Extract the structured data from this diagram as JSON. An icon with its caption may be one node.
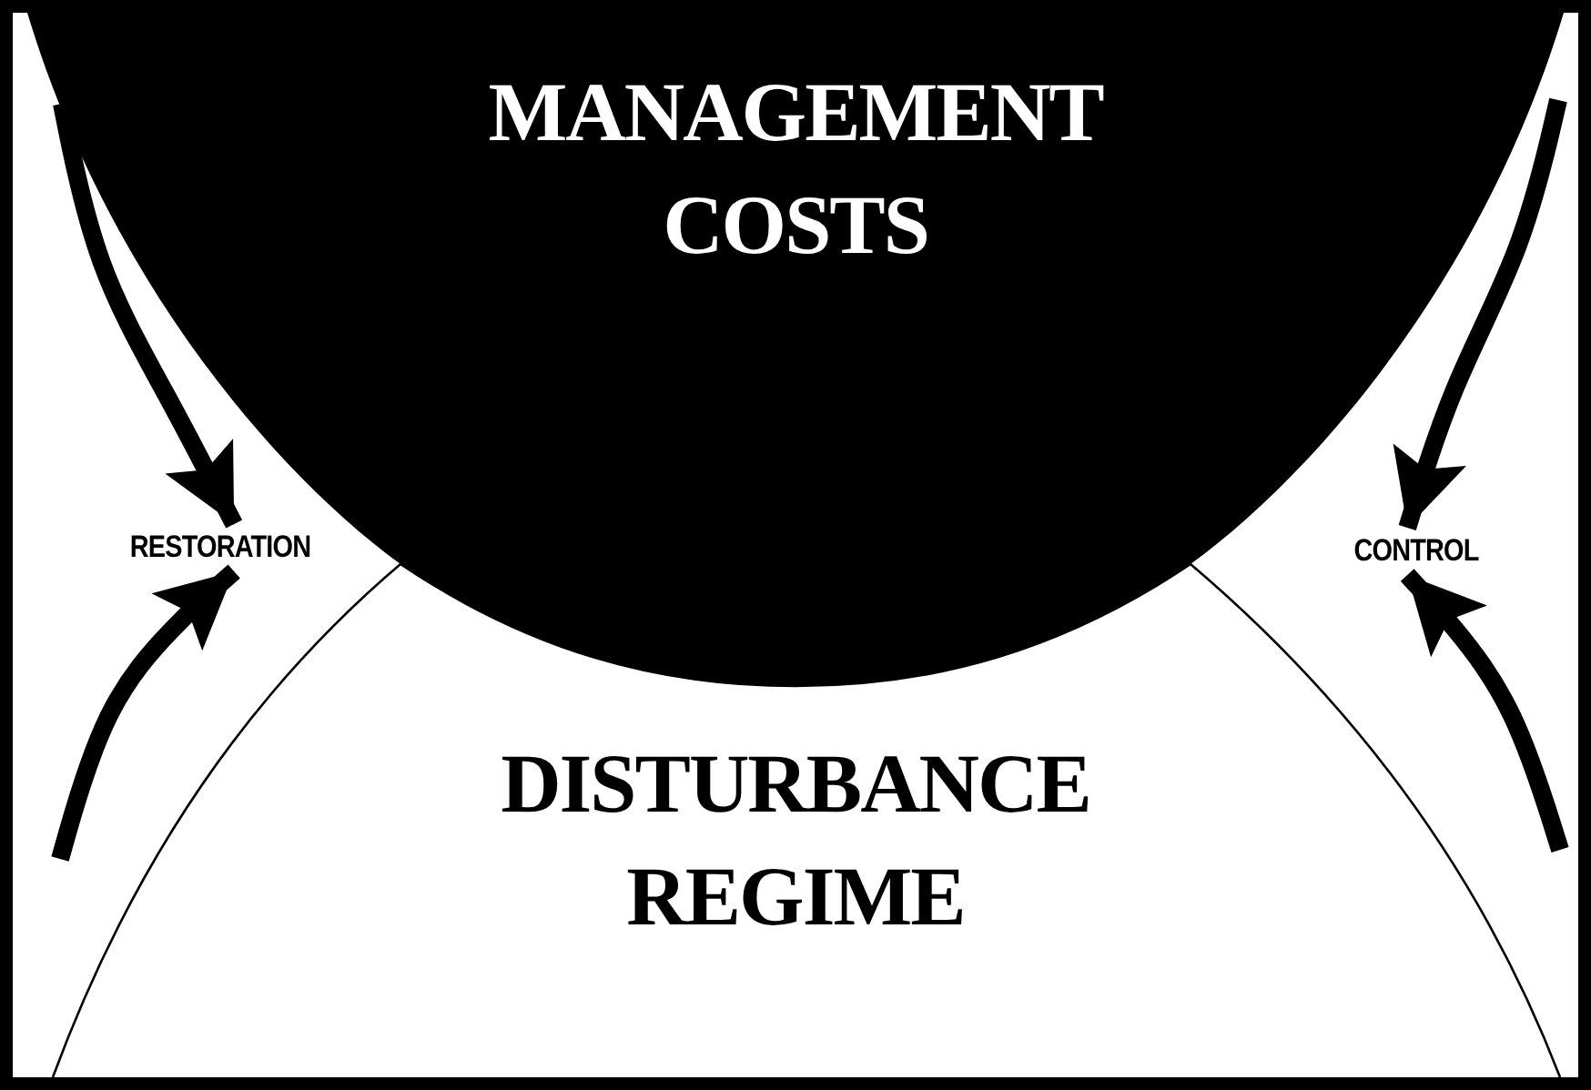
{
  "diagram": {
    "nodes": [
      {
        "text": [
          "MANAGEMENT COSTS"
        ]
      },
      {
        "text": [
          "DISTURBANCE REGIME"
        ]
      },
      {
        "text": [
          "RESTORATION"
        ]
      },
      {
        "text": [
          "CONTROL"
        ]
      }
    ],
    "edges": [
      {
        "from": null,
        "to": 2,
        "arrow": "to"
      },
      {
        "from": null,
        "to": 2,
        "arrow": "to"
      },
      {
        "from": null,
        "to": 3,
        "arrow": "to"
      },
      {
        "from": null,
        "to": 3,
        "arrow": "to"
      }
    ]
  }
}
